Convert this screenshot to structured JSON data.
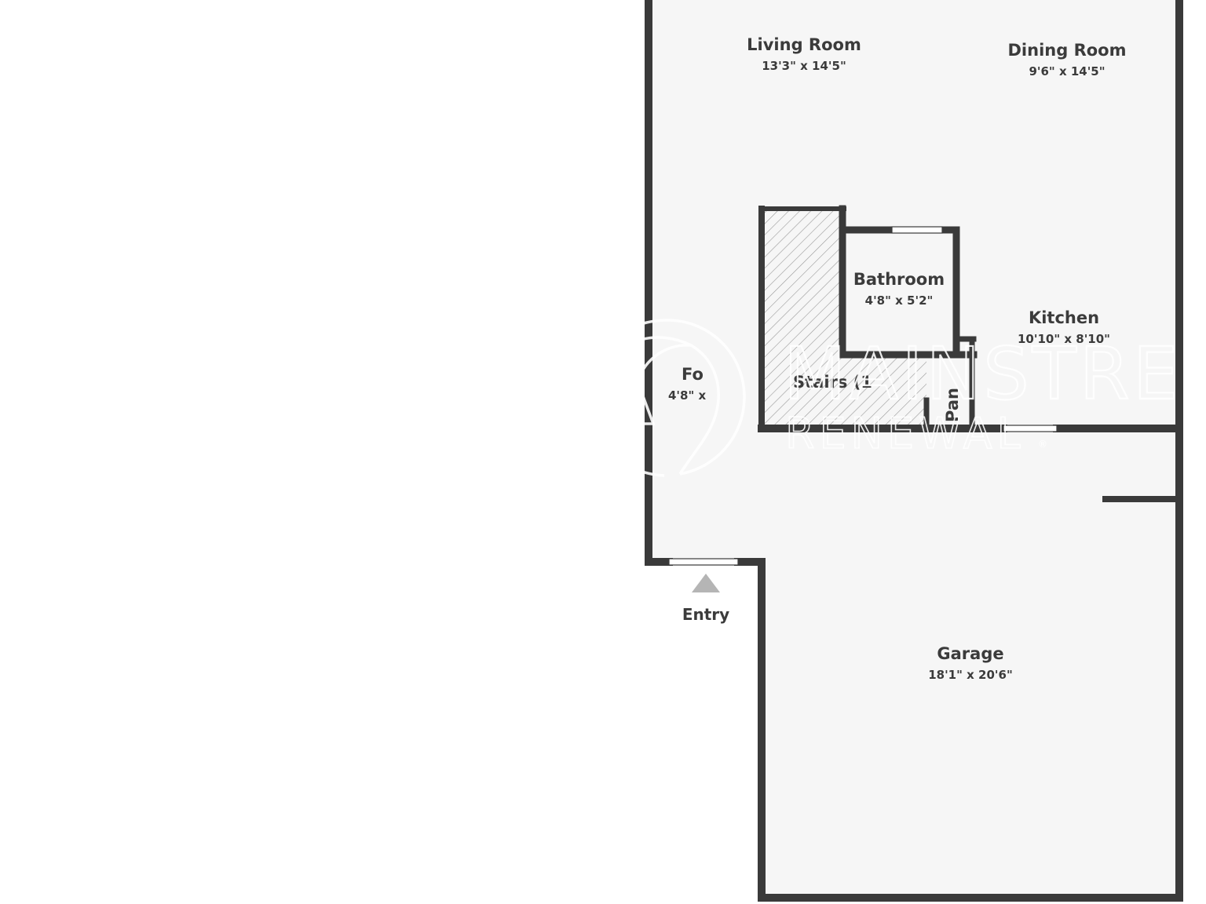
{
  "colors": {
    "wall": "#3a3a3a",
    "floor": "#f6f6f6",
    "background": "#ffffff",
    "watermark": "#ffffff",
    "entry_marker": "#b5b5b5"
  },
  "rooms": {
    "living_room": {
      "name": "Living Room",
      "dims": "13'3\" x 14'5\""
    },
    "dining_room": {
      "name": "Dining Room",
      "dims": "9'6\" x 14'5\""
    },
    "bathroom": {
      "name": "Bathroom",
      "dims": "4'8\" x 5'2\""
    },
    "kitchen": {
      "name": "Kitchen",
      "dims": "10'10\" x 8'10\""
    },
    "foyer": {
      "name": "Fo",
      "dims": "4'8\" x"
    },
    "stairs": {
      "name": "Stairs (1"
    },
    "pantry": {
      "name": "Pan"
    },
    "garage": {
      "name": "Garage",
      "dims": "18'1\" x 20'6\""
    }
  },
  "entry": {
    "label": "Entry",
    "marker_icon": "triangle-up-icon"
  },
  "watermark": {
    "logo_icon": "mainstreet-swirl-logo-icon",
    "line1": "MAINSTREET",
    "line2": "RENEWAL",
    "mark": "®"
  }
}
